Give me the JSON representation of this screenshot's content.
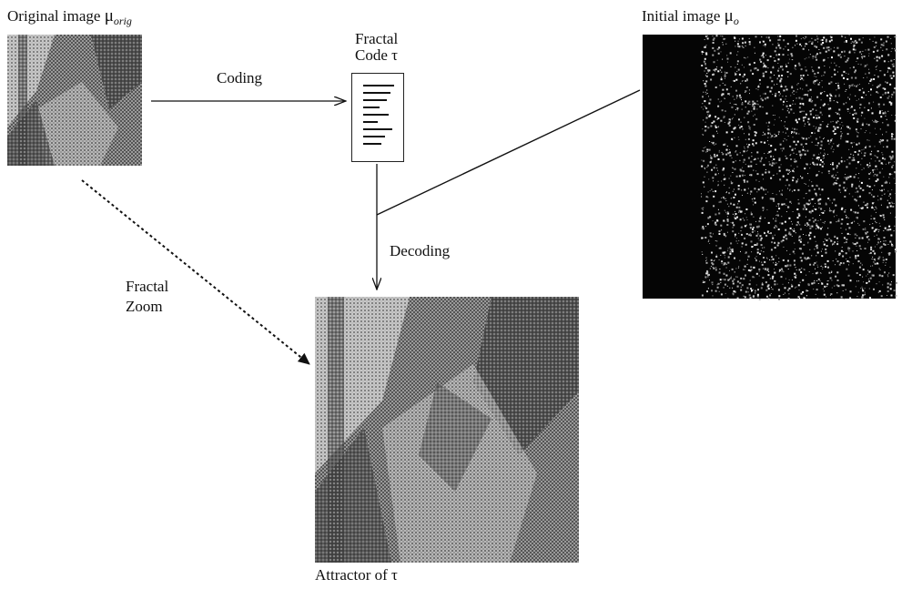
{
  "labels": {
    "original_prefix": "Original image",
    "original_mu": "μ",
    "original_sub": "orig",
    "fractal_code_line1": "Fractal",
    "fractal_code_line2": "Code",
    "tau": "τ",
    "initial_prefix": "Initial image",
    "initial_mu": "μ",
    "initial_sub": "o",
    "coding": "Coding",
    "decoding": "Decoding",
    "fractal_zoom_line1": "Fractal",
    "fractal_zoom_line2": "Zoom",
    "attractor_prefix": "Attractor of",
    "attractor_tau": "τ"
  },
  "colors": {
    "ink": "#111111",
    "image_gray_light": "#c8c8c8",
    "image_gray_dark": "#3a3a3a",
    "noise_bg": "#050505"
  }
}
